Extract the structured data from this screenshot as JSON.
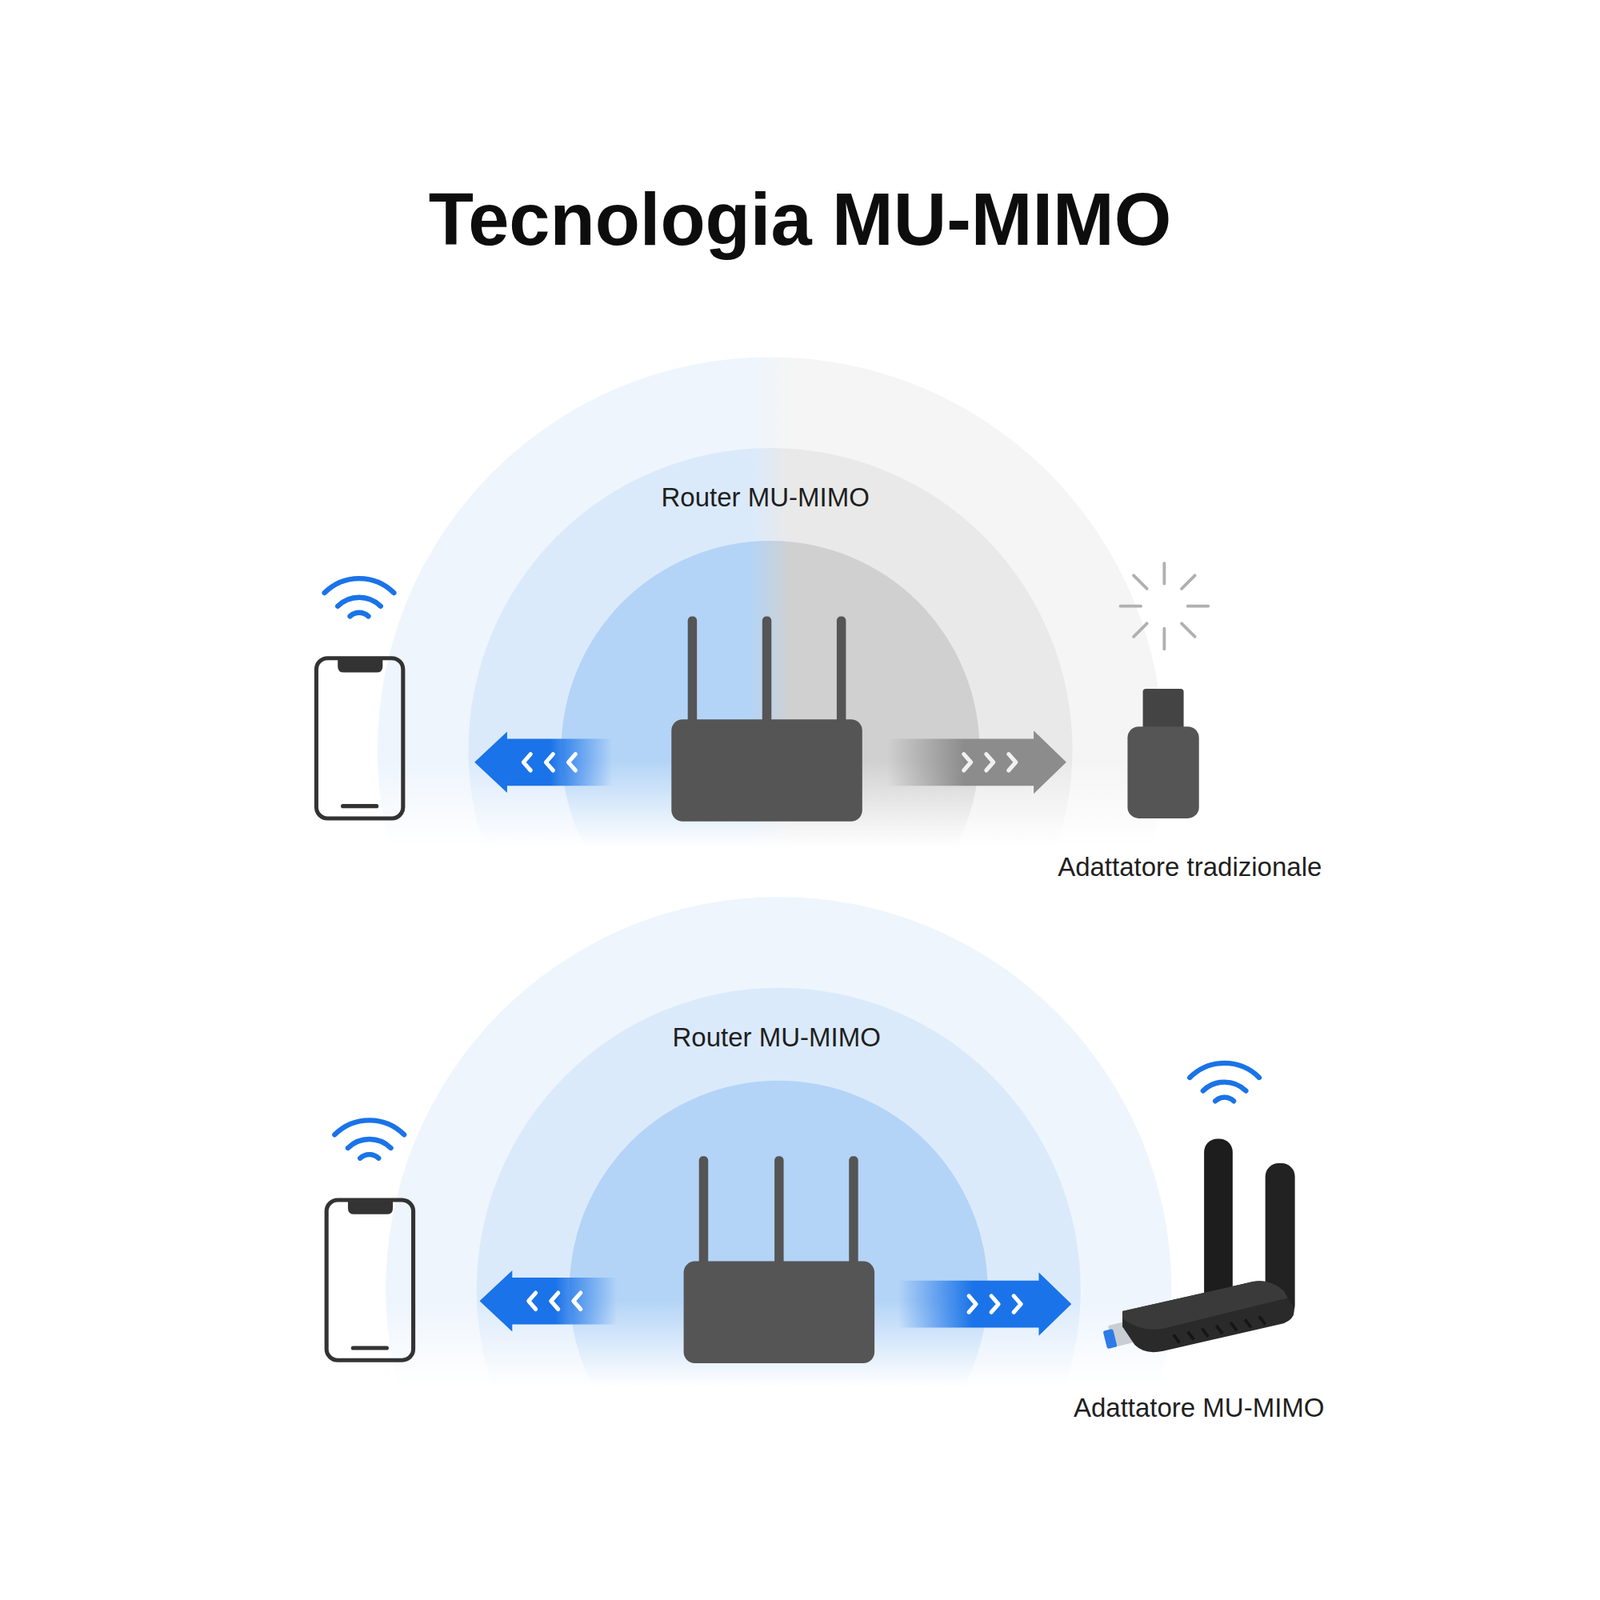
{
  "diagram": {
    "title": "Tecnologia MU-MIMO",
    "nodes": [
      {
        "text": [
          "Router MU-MIMO"
        ]
      },
      {
        "text": [
          "Adattatore tradizionale"
        ]
      },
      {
        "text": [
          "Router MU-MIMO"
        ]
      },
      {
        "text": [
          "Adattatore MU-MIMO"
        ]
      }
    ],
    "edges": [
      {
        "from": 0,
        "to": 1,
        "arrow": "to"
      },
      {
        "from": 2,
        "to": 3,
        "arrow": "to"
      }
    ]
  }
}
